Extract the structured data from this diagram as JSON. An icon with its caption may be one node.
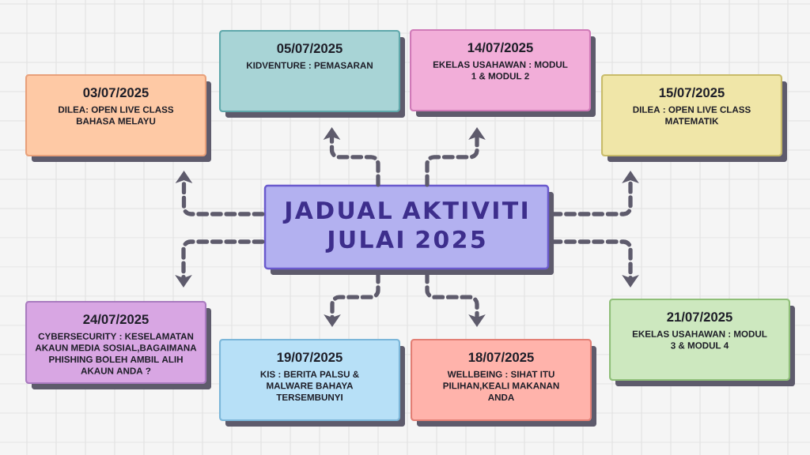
{
  "diagram": {
    "nodes": [
      {
        "text": [
          "JADUAL AKTIVITI JULAI 2025"
        ]
      },
      {
        "text": [
          "03/07/2025",
          "DILEA: OPEN LIVE CLASS BAHASA MELAYU"
        ]
      },
      {
        "text": [
          "05/07/2025",
          "KIDVENTURE : PEMASARAN"
        ]
      },
      {
        "text": [
          "14/07/2025",
          "EKELAS USAHAWAN : MODUL 1 & MODUL 2"
        ]
      },
      {
        "text": [
          "15/07/2025",
          "DILEA : OPEN LIVE CLASS MATEMATIK"
        ]
      },
      {
        "text": [
          "24/07/2025",
          "CYBERSECURITY : KESELAMATAN AKAUN MEDIA SOSIAL,BAGAIMANA PHISHING BOLEH AMBIL ALIH AKAUN ANDA ?"
        ]
      },
      {
        "text": [
          "19/07/2025",
          "KIS : BERITA PALSU & MALWARE BAHAYA TERSEMBUNYI"
        ]
      },
      {
        "text": [
          "18/07/2025",
          "WELLBEING : SIHAT ITU PILIHAN,KEALI MAKANAN ANDA"
        ]
      },
      {
        "text": [
          "21/07/2025",
          "EKELAS USAHAWAN : MODUL 3 & MODUL 4"
        ]
      }
    ],
    "edges": [
      {
        "from": 0,
        "to": 1,
        "arrow": "to"
      },
      {
        "from": 0,
        "to": 2,
        "arrow": "to"
      },
      {
        "from": 0,
        "to": 3,
        "arrow": "to"
      },
      {
        "from": 0,
        "to": 4,
        "arrow": "to"
      },
      {
        "from": 0,
        "to": 5,
        "arrow": "to"
      },
      {
        "from": 0,
        "to": 6,
        "arrow": "to"
      },
      {
        "from": 0,
        "to": 7,
        "arrow": "to"
      },
      {
        "from": 0,
        "to": 8,
        "arrow": "to"
      }
    ]
  }
}
